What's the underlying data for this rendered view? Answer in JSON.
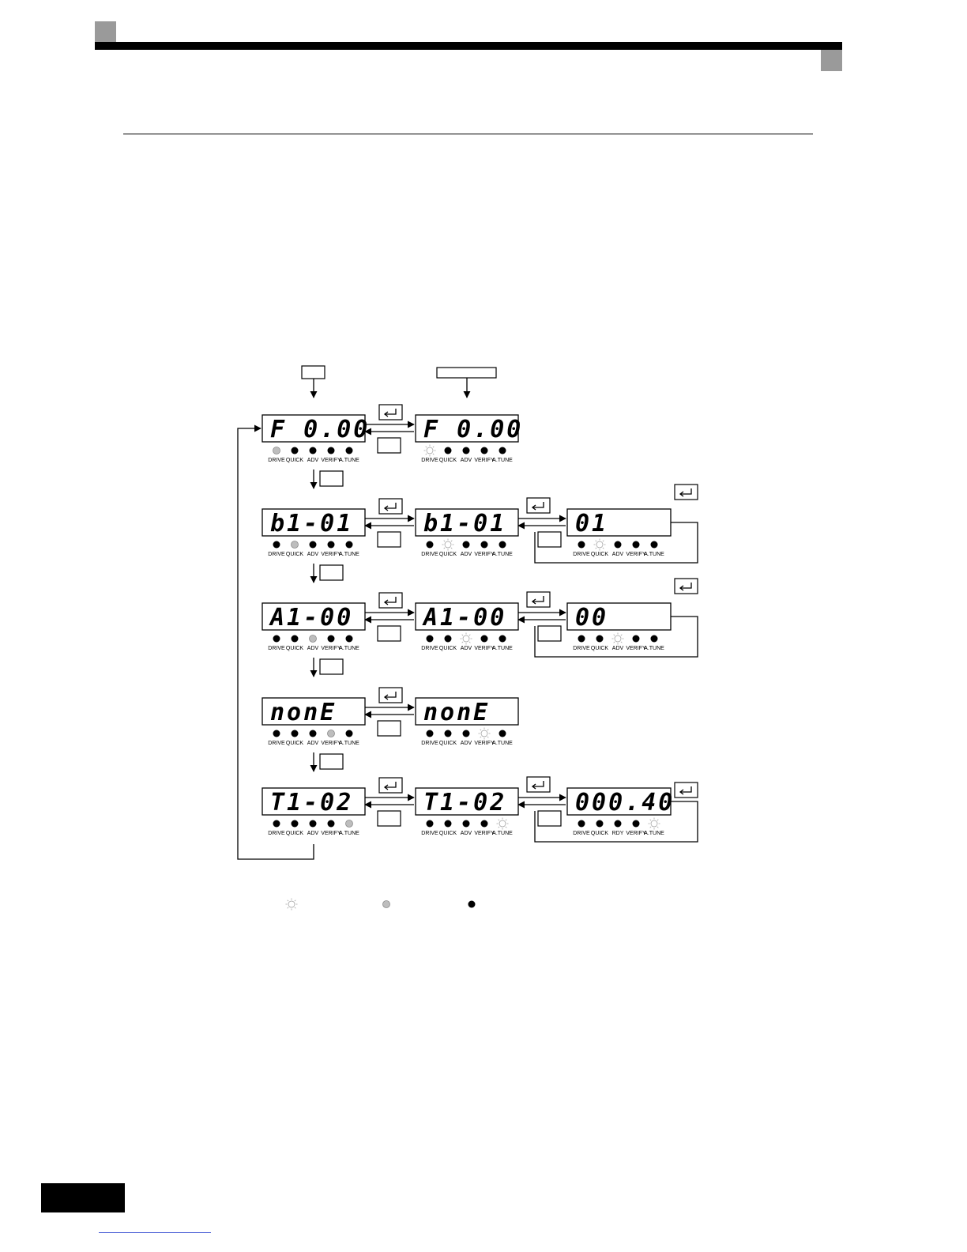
{
  "led_labels": [
    "DRIVE",
    "QUICK",
    "ADV",
    "VERIFY",
    "A.TUNE"
  ],
  "led_labels_alt": [
    "DRIVE",
    "QUICK",
    "RDY",
    "VERIFY",
    "A.TUNE"
  ],
  "rows": [
    {
      "name": "drive",
      "menu_display": "F   0.00",
      "menu_leds": [
        "dim",
        "off",
        "off",
        "off",
        "off"
      ],
      "sub_display": "F   0.00",
      "sub_leds": [
        "blink",
        "off",
        "off",
        "off",
        "off"
      ]
    },
    {
      "name": "quick",
      "menu_display": "b1-01",
      "menu_leds": [
        "off",
        "dim",
        "off",
        "off",
        "off"
      ],
      "sub_display": "b1-01",
      "sub_leds": [
        "off",
        "blink",
        "off",
        "off",
        "off"
      ],
      "value_display": "01",
      "value_leds": [
        "off",
        "blink",
        "off",
        "off",
        "off"
      ]
    },
    {
      "name": "adv",
      "menu_display": "A1-00",
      "menu_leds": [
        "off",
        "off",
        "dim",
        "off",
        "off"
      ],
      "sub_display": "A1-00",
      "sub_leds": [
        "off",
        "off",
        "blink",
        "off",
        "off"
      ],
      "value_display": "00",
      "value_leds": [
        "off",
        "off",
        "blink",
        "off",
        "off"
      ]
    },
    {
      "name": "verify",
      "menu_display": "nonE",
      "menu_leds": [
        "off",
        "off",
        "off",
        "dim",
        "off"
      ],
      "sub_display": "nonE",
      "sub_leds": [
        "off",
        "off",
        "off",
        "blink",
        "off"
      ]
    },
    {
      "name": "atune",
      "menu_display": "T1-02",
      "menu_leds": [
        "off",
        "off",
        "off",
        "off",
        "dim"
      ],
      "sub_display": "T1-02",
      "sub_leds": [
        "off",
        "off",
        "off",
        "off",
        "blink"
      ],
      "value_display": "000.40",
      "value_leds": [
        "off",
        "off",
        "off",
        "off",
        "blink"
      ],
      "value_labels_alt": true
    }
  ],
  "legend": [
    "blink",
    "dim",
    "off"
  ],
  "icons": {
    "enter_key": "enter-key-icon",
    "blank_key": "blank-key-icon"
  }
}
